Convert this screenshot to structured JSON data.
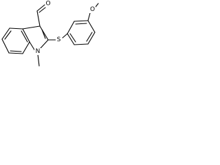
{
  "molecule": {
    "atoms": {
      "o_aldehyde": "O",
      "s_thioether": "S",
      "o_methoxy": "O",
      "n_indole": "N"
    }
  }
}
